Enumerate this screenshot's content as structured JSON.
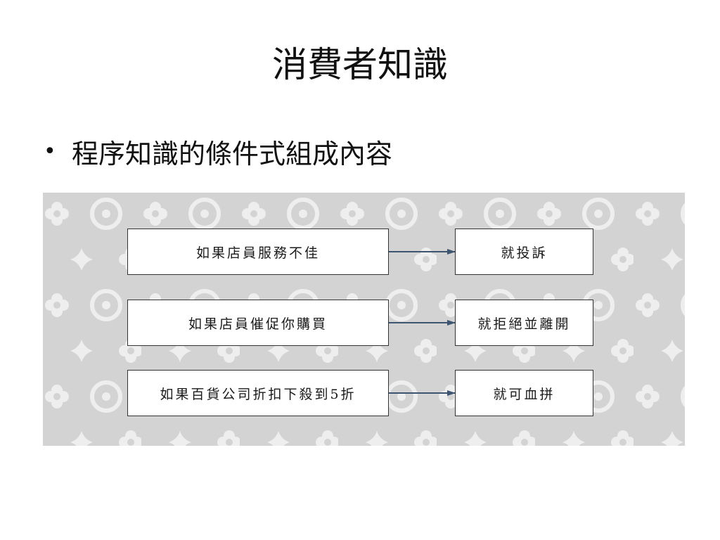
{
  "title": "消費者知識",
  "bullet": {
    "symbol": "•",
    "text": "程序知識的條件式組成內容"
  },
  "diagram": {
    "arrow_color": "#3d5570",
    "rules": [
      {
        "condition": "如果店員服務不佳",
        "action": "就投訴"
      },
      {
        "condition": "如果店員催促你購買",
        "action": "就拒絕並離開"
      },
      {
        "condition": "如果百貨公司折扣下殺到5折",
        "action": "就可血拼"
      }
    ]
  }
}
